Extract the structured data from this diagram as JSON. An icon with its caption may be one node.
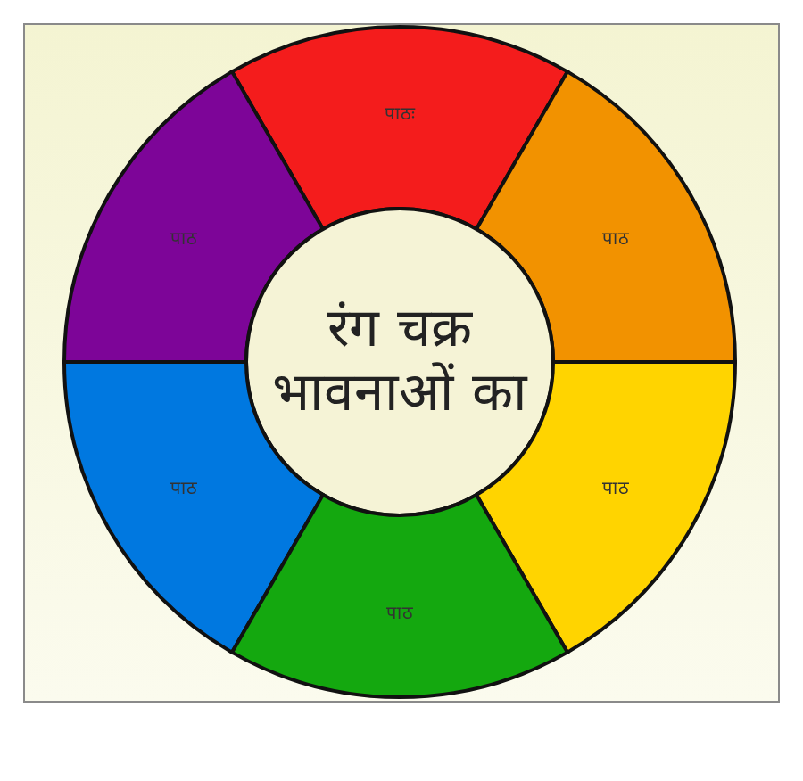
{
  "diagram": {
    "nodes": [
      {
        "text": [
          "पाठः"
        ]
      },
      {
        "text": [
          "पाठ"
        ]
      },
      {
        "text": [
          "पाठ"
        ]
      },
      {
        "text": [
          "रंग चक्र भावनाओं का"
        ]
      },
      {
        "text": [
          "पाठ"
        ]
      },
      {
        "text": [
          "पाठ"
        ]
      },
      {
        "text": [
          "पाठ"
        ]
      }
    ]
  }
}
